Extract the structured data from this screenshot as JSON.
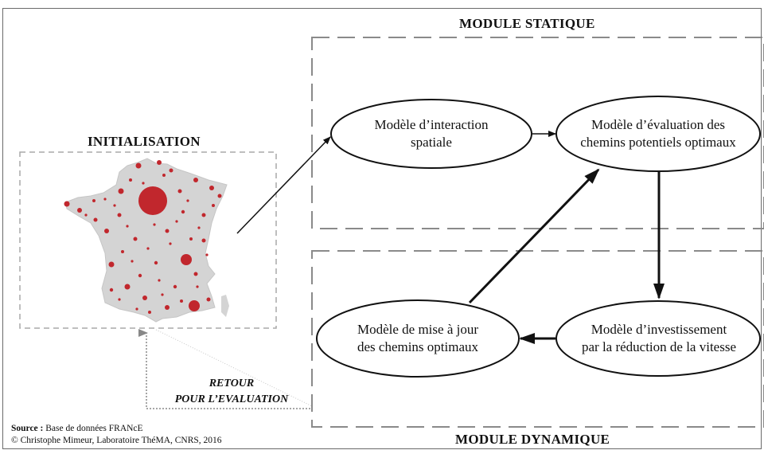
{
  "titles": {
    "module_statique": "MODULE STATIQUE",
    "module_dynamique": "MODULE DYNAMIQUE",
    "initialisation": "INITIALISATION"
  },
  "nodes": {
    "interaction": [
      "Modèle d’interaction",
      "spatiale"
    ],
    "evaluation": [
      "Modèle d’évaluation des",
      "chemins potentiels optimaux"
    ],
    "investissement": [
      "Modèle d’investissement",
      "par la réduction de la vitesse"
    ],
    "mise_a_jour": [
      "Modèle de mise à jour",
      "des chemins optimaux"
    ]
  },
  "retour": {
    "line1": "RETOUR",
    "line2": "POUR L’EVALUATION"
  },
  "source": {
    "label": "Source :",
    "text": "Base de données FRANcE",
    "copyright": "© Christophe Mimeur, Laboratoire ThéMA, CNRS, 2016"
  },
  "colors": {
    "map_dot": "#c1272d",
    "map_base": "#d4d4d4",
    "dash": "#8a8a8a"
  }
}
